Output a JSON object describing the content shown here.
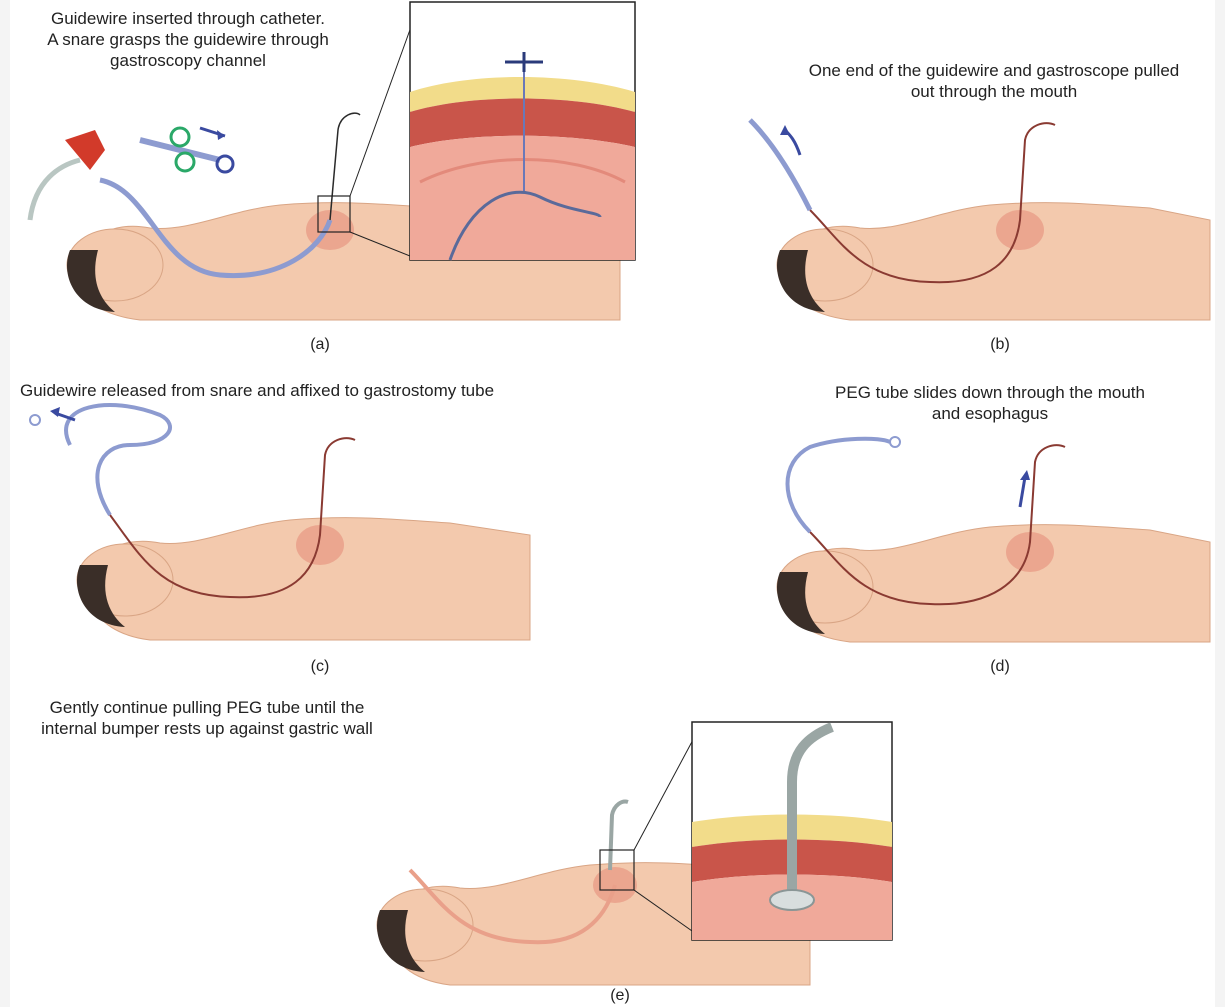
{
  "panels": {
    "a": {
      "caption": "Guidewire inserted through catheter.\nA snare grasps the guidewire through\ngastroscopy channel",
      "label": "(a)"
    },
    "b": {
      "caption": "One end of the guidewire and gastroscope pulled\nout through the mouth",
      "label": "(b)"
    },
    "c": {
      "caption": "Guidewire released from snare and affixed to gastrostomy tube",
      "label": "(c)"
    },
    "d": {
      "caption": "PEG tube slides down through the mouth\nand esophagus",
      "label": "(d)"
    },
    "e": {
      "caption": "Gently continue pulling PEG tube until the\ninternal bumper rests up against gastric wall",
      "label": "(e)"
    }
  },
  "colors": {
    "skin": "#f3c9ad",
    "skin_shadow": "#e6ad8e",
    "hair": "#3a2e28",
    "stomach": "#e9a08a",
    "guidewire": "#2a2a2a",
    "tube": "#8d9bd0",
    "arrow": "#3a4aa0",
    "catheter": "#d23a2a",
    "snare": "#2aa868",
    "fat": "#f2dc8a",
    "muscle": "#c9554a",
    "mucosa": "#f0a99a"
  }
}
